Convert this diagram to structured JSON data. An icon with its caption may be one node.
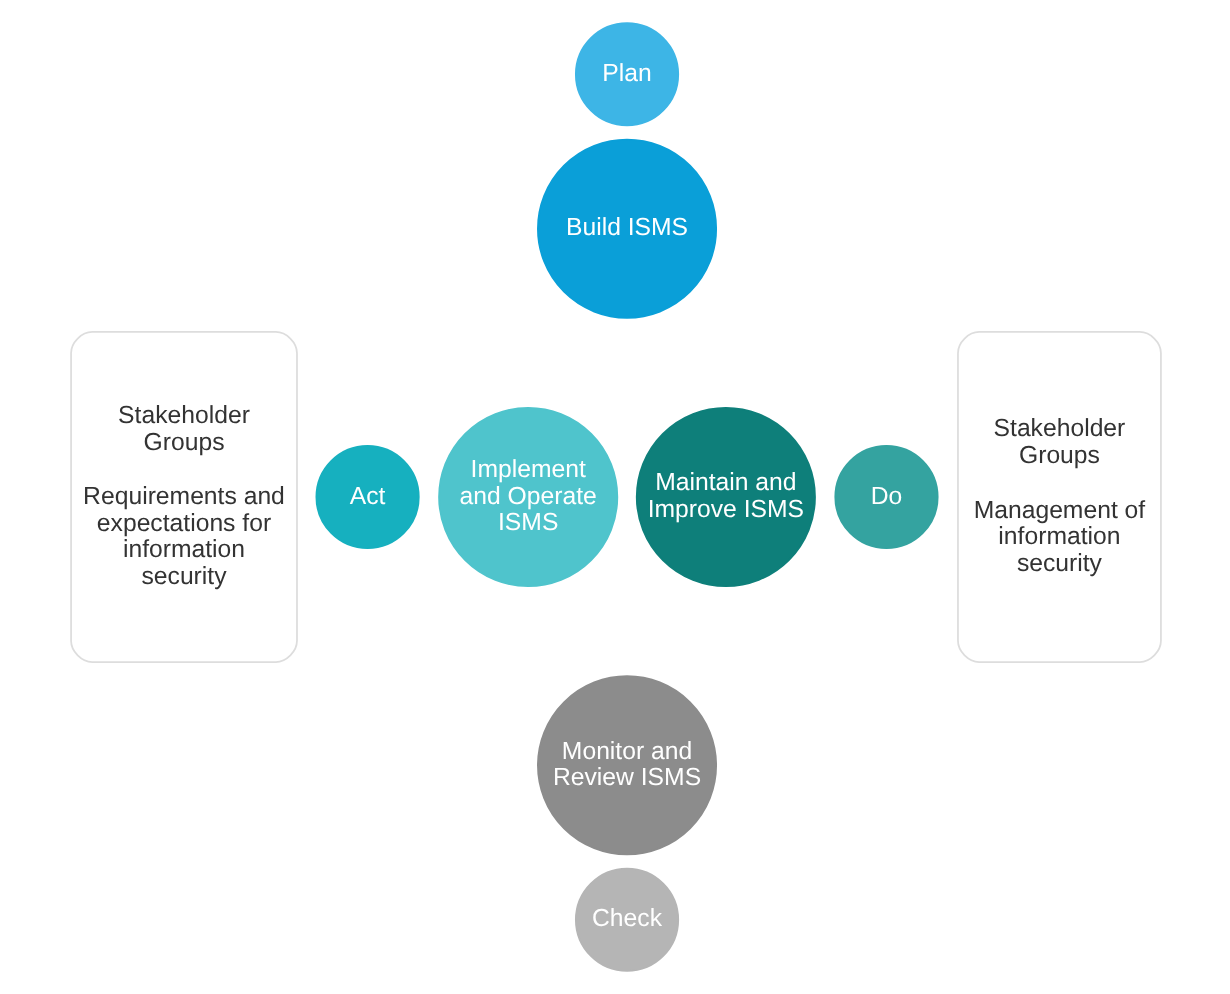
{
  "diagram": {
    "nodes": [
      {
        "text": [
          "Stakeholder Groups",
          "Requirements and expectations for information security"
        ]
      },
      {
        "text": [
          "Plan"
        ]
      },
      {
        "text": [
          "Build ISMS"
        ]
      },
      {
        "text": [
          "Act"
        ]
      },
      {
        "text": [
          "Implement and Operate ISMS"
        ]
      },
      {
        "text": [
          "Maintain and Improve ISMS"
        ]
      },
      {
        "text": [
          "Do"
        ]
      },
      {
        "text": [
          "Monitor and Review ISMS"
        ]
      },
      {
        "text": [
          "Check"
        ]
      },
      {
        "text": [
          "Stakeholder Groups",
          "Management of information security"
        ]
      }
    ]
  }
}
